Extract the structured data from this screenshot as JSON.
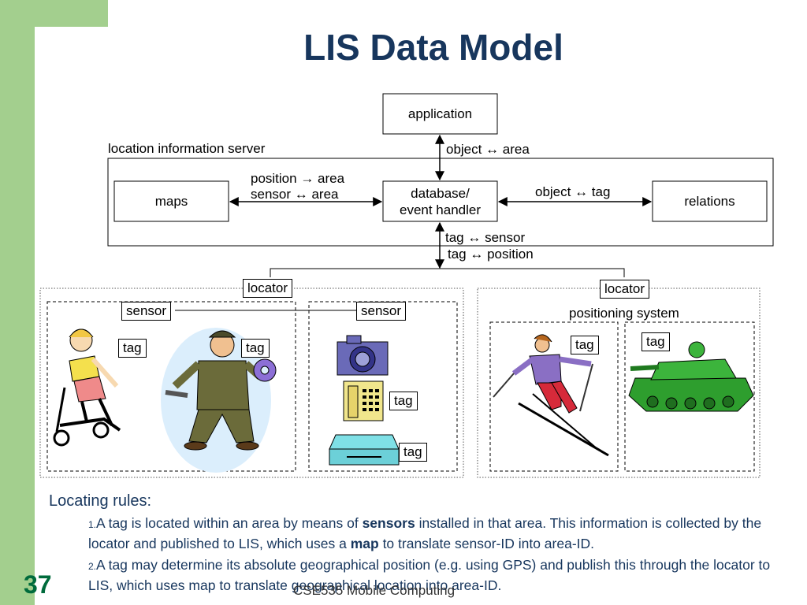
{
  "colors": {
    "sidebar": "#a3cf8e",
    "title": "#17365d",
    "rules": "#17365d",
    "pagenum": "#006b3c"
  },
  "slide": {
    "title": "LIS Data Model",
    "number": "37",
    "footer": "CSE535 Mobile Computing"
  },
  "diagram": {
    "application": "application",
    "lis_label": "location information server",
    "object_area": "object ↔ area",
    "maps": "maps",
    "database_line1": "database/",
    "database_line2": "event handler",
    "relations": "relations",
    "position_area": "position → area",
    "sensor_area": "sensor ↔ area",
    "object_tag": "object ↔ tag",
    "tag_sensor": "tag ↔ sensor",
    "tag_position": "tag ↔ position",
    "locator_left": "locator",
    "locator_right": "locator",
    "sensor_left": "sensor",
    "sensor_right": "sensor",
    "positioning_system": "positioning system",
    "tags": [
      "tag",
      "tag",
      "tag",
      "tag",
      "tag",
      "tag"
    ],
    "clipart": [
      "child-on-scooter-icon",
      "mechanic-with-gears-icon",
      "camera-icon",
      "telephone-icon",
      "disk-drive-icon",
      "skier-icon",
      "tank-icon"
    ]
  },
  "rules": {
    "heading": "Locating rules:",
    "rule1": {
      "num": "1.",
      "t1": "A tag is located within an area by means of ",
      "b1": "sensors",
      "t2": " installed in that area. This information is collected by the locator and published to LIS, which uses a ",
      "b2": "map",
      "t3": " to translate sensor-ID into area-ID."
    },
    "rule2": {
      "num": "2.",
      "t1": "A tag may determine its absolute geographical position (e.g. using GPS) and publish this through the locator to LIS, which uses map to translate geographical location into area-ID."
    }
  }
}
